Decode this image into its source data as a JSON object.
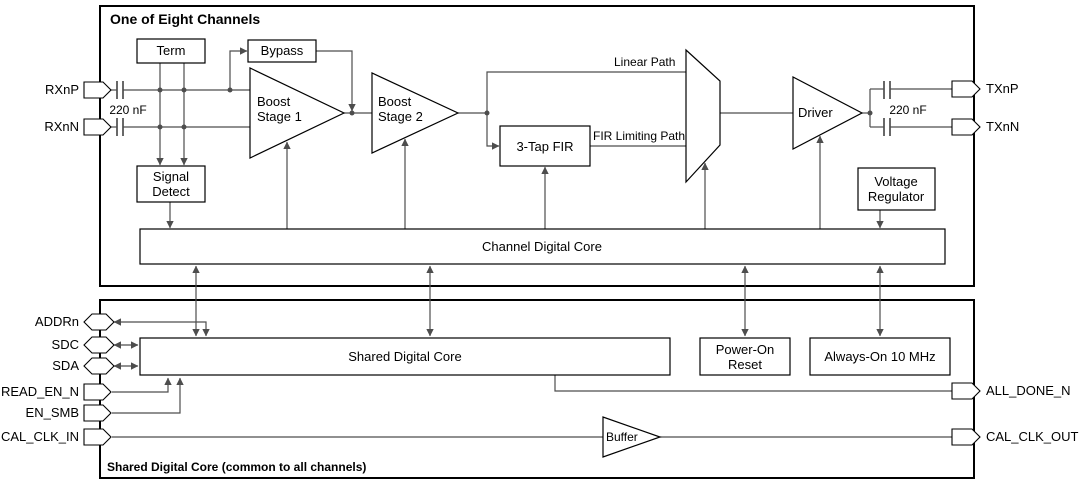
{
  "colors": {
    "wire": "#4d4d4d",
    "border": "#000000",
    "background": "#ffffff"
  },
  "channel": {
    "title": "One of Eight Channels",
    "blocks": {
      "term": {
        "label": "Term"
      },
      "bypass": {
        "label": "Bypass"
      },
      "boost_stage_1": {
        "line1": "Boost",
        "line2": "Stage 1"
      },
      "boost_stage_2": {
        "line1": "Boost",
        "line2": "Stage 2"
      },
      "fir": {
        "label": "3-Tap FIR"
      },
      "driver": {
        "label": "Driver"
      },
      "signal_detect": {
        "line1": "Signal",
        "line2": "Detect"
      },
      "voltage_regulator": {
        "line1": "Voltage",
        "line2": "Regulator"
      },
      "channel_digital_core": {
        "label": "Channel Digital Core"
      }
    },
    "paths": {
      "linear": "Linear Path",
      "fir_limiting": "FIR Limiting Path"
    },
    "capacitors": {
      "input": "220 nF",
      "output": "220 nF"
    },
    "ports": {
      "rxnp": "RXnP",
      "rxnn": "RXnN",
      "txnp": "TXnP",
      "txnn": "TXnN"
    }
  },
  "shared": {
    "title": "Shared Digital Core (common to all channels)",
    "blocks": {
      "shared_digital_core": {
        "label": "Shared Digital Core"
      },
      "power_on_reset": {
        "line1": "Power-On",
        "line2": "Reset"
      },
      "always_on_osc": {
        "label": "Always-On 10 MHz"
      },
      "buffer": {
        "label": "Buffer"
      }
    },
    "ports": {
      "addrn": "ADDRn",
      "sdc": "SDC",
      "sda": "SDA",
      "read_en_n": "READ_EN_N",
      "en_smb": "EN_SMB",
      "cal_clk_in": "CAL_CLK_IN",
      "all_done_n": "ALL_DONE_N",
      "cal_clk_out": "CAL_CLK_OUT"
    }
  }
}
